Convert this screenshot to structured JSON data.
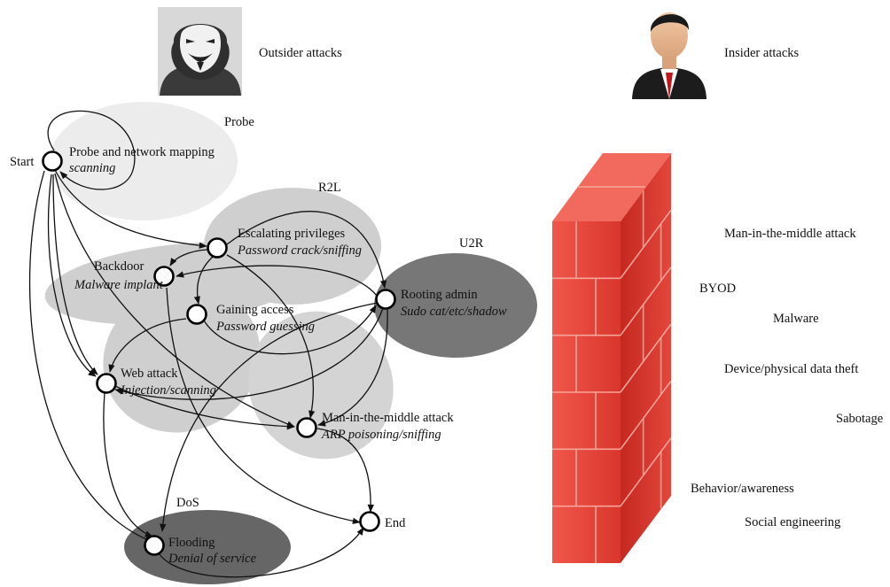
{
  "actors": {
    "outsider": {
      "label": "Outsider attacks",
      "icon": "anonymous-mask-person-icon"
    },
    "insider": {
      "label": "Insider attacks",
      "icon": "businessman-icon"
    }
  },
  "regions": {
    "probe": "Probe",
    "r2l": "R2L",
    "u2r": "U2R",
    "dos": "DoS"
  },
  "nodes": {
    "start": {
      "label": "Start"
    },
    "probe_mapping": {
      "title": "Probe and network mapping",
      "subtitle": "scanning"
    },
    "escalating": {
      "title": "Escalating privileges",
      "subtitle": "Password crack/sniffing"
    },
    "backdoor": {
      "title": "Backdoor",
      "subtitle": "Malware implant"
    },
    "gaining": {
      "title": "Gaining access",
      "subtitle": "Password guessing"
    },
    "rooting": {
      "title": "Rooting admin",
      "subtitle": "Sudo cat/etc/shadow"
    },
    "web": {
      "title": "Web attack",
      "subtitle": "Injection/scanning"
    },
    "mitm": {
      "title": "Man-in-the-middle attack",
      "subtitle": "ARP poisoning/sniffing"
    },
    "flooding": {
      "title": "Flooding",
      "subtitle": "Denial of service"
    },
    "end": {
      "label": "End"
    }
  },
  "firewall": {
    "icon": "brick-firewall-icon",
    "colors": {
      "front": "#e8453a",
      "side": "#b8201a",
      "mortar": "#f28b7f"
    }
  },
  "insider_threats": [
    "Man-in-the-middle attack",
    "BYOD",
    "Malware",
    "Device/physical data theft",
    "Sabotage",
    "Behavior/awareness",
    "Social engineering"
  ],
  "colors": {
    "light_region": "#ececec",
    "mid_region": "#cfcfcf",
    "dark_region": "#777777"
  }
}
